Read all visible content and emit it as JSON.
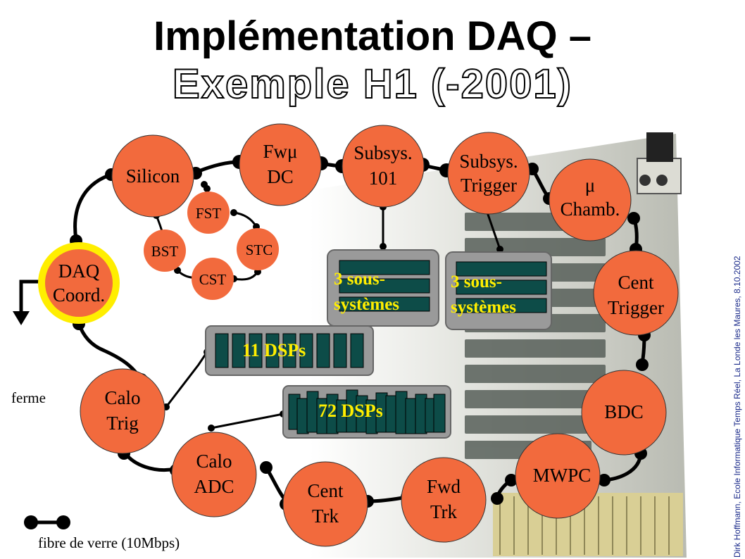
{
  "title": "Implémentation DAQ –",
  "subtitle": "Exemple H1 (-2001)",
  "credit": "Dirk Hoffmann, Ecole Informatique Temps Réel, La Londe les Maures, 8.10.2002",
  "nodes": {
    "silicon": "Silicon",
    "fwmu_l1": "Fwμ",
    "fwmu_l2": "DC",
    "subsys101_l1": "Subsys.",
    "subsys101_l2": "101",
    "subsystrig_l1": "Subsys.",
    "subsystrig_l2": "Trigger",
    "muchamb_l1": "μ",
    "muchamb_l2": "Chamb.",
    "centtrig_l1": "Cent",
    "centtrig_l2": "Trigger",
    "bdc": "BDC",
    "mwpc": "MWPC",
    "fwdtrk_l1": "Fwd",
    "fwdtrk_l2": "Trk",
    "centtrk_l1": "Cent",
    "centtrk_l2": "Trk",
    "caloadc_l1": "Calo",
    "caloadc_l2": "ADC",
    "calotrig_l1": "Calo",
    "calotrig_l2": "Trig",
    "daq_l1": "DAQ",
    "daq_l2": "Coord.",
    "fst": "FST",
    "stc": "STC",
    "cst": "CST",
    "bst": "BST"
  },
  "boxes": {
    "sous1_l1": "3 sous-",
    "sous1_l2": "systèmes",
    "sous2_l1": "3 sous-",
    "sous2_l2": "systèmes",
    "dsp11": "11 DSPs",
    "dsp72": "72  DSPs"
  },
  "labels": {
    "ferme": "ferme",
    "legend": "fibre de verre (10Mbps)"
  },
  "colors": {
    "node_fill": "#f26a3d",
    "daq_ring": "#ffee00",
    "box_fill": "#9a9a9a",
    "chip_fill": "#0d4c48",
    "box_text": "#ffee00",
    "board": "#c7c8bf"
  }
}
